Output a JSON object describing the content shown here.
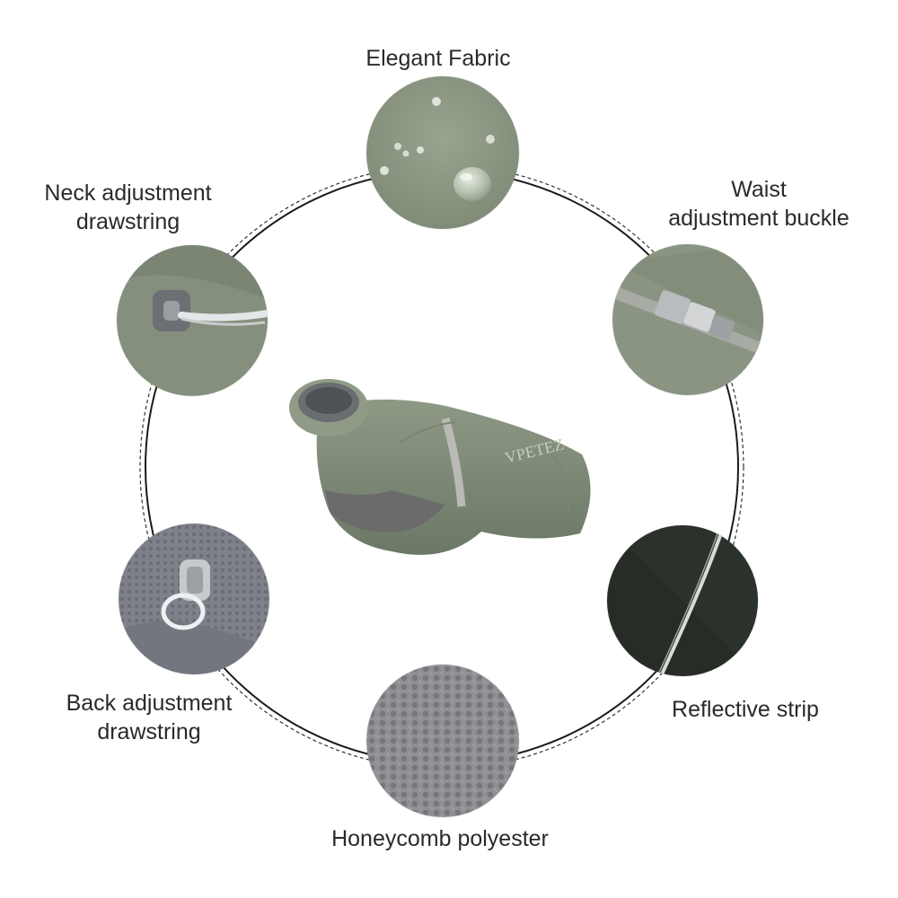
{
  "features": {
    "elegant_fabric": {
      "label": "Elegant Fabric"
    },
    "neck_drawstring": {
      "label_line1": "Neck adjustment",
      "label_line2": "drawstring"
    },
    "waist_buckle": {
      "label_line1": "Waist",
      "label_line2": "adjustment buckle"
    },
    "back_drawstring": {
      "label_line1": "Back adjustment",
      "label_line2": "drawstring"
    },
    "reflective_strip": {
      "label": "Reflective strip"
    },
    "honeycomb": {
      "label": "Honeycomb polyester"
    }
  },
  "product": {
    "brand_mark": "VPETEZ"
  },
  "colors": {
    "fabric_green": "#8a9682",
    "dark_strip": "#262b25",
    "honeycomb_gray": "#8d8f93",
    "mesh_gray": "#7d8088",
    "ring_line": "#1a1a1a"
  }
}
